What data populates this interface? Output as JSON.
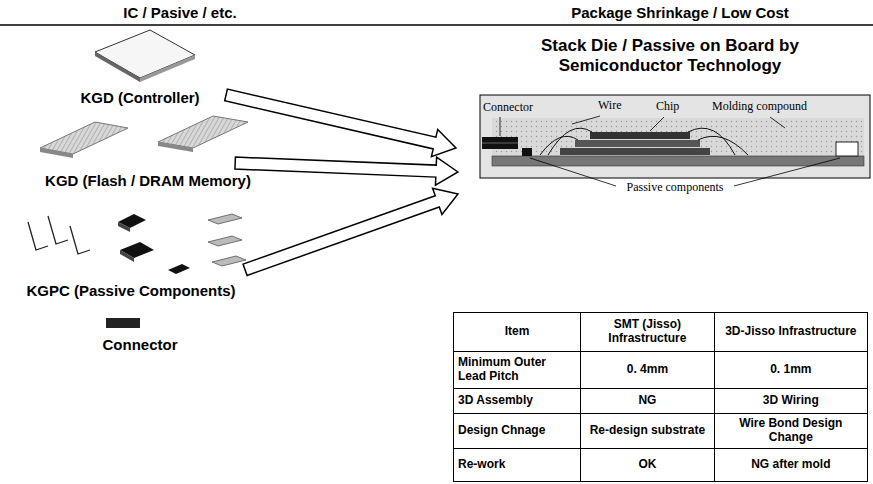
{
  "diagram": {
    "labels": [
      "IC / Pasive / etc.",
      "Package Shrinkage / Low Cost",
      "KGD (Controller)",
      "KGD (Flash / DRAM Memory)",
      "KGPC (Passive Components)",
      "Connector",
      "Stack Die / Passive on Board by Semiconductor Technology",
      "Connector",
      "Wire",
      "Chip",
      "Molding compound",
      "Passive components",
      "Item",
      "SMT (Jisso) Infrastructure",
      "3D-Jisso Infrastructure",
      "Minimum Outer Lead Pitch",
      "0. 4mm",
      "0. 1mm",
      "3D Assembly",
      "NG",
      "3D Wiring",
      "Design Chnage",
      "Re-design substrate",
      "Wire Bond Design Change",
      "Re-work",
      "OK",
      "NG after mold"
    ]
  }
}
